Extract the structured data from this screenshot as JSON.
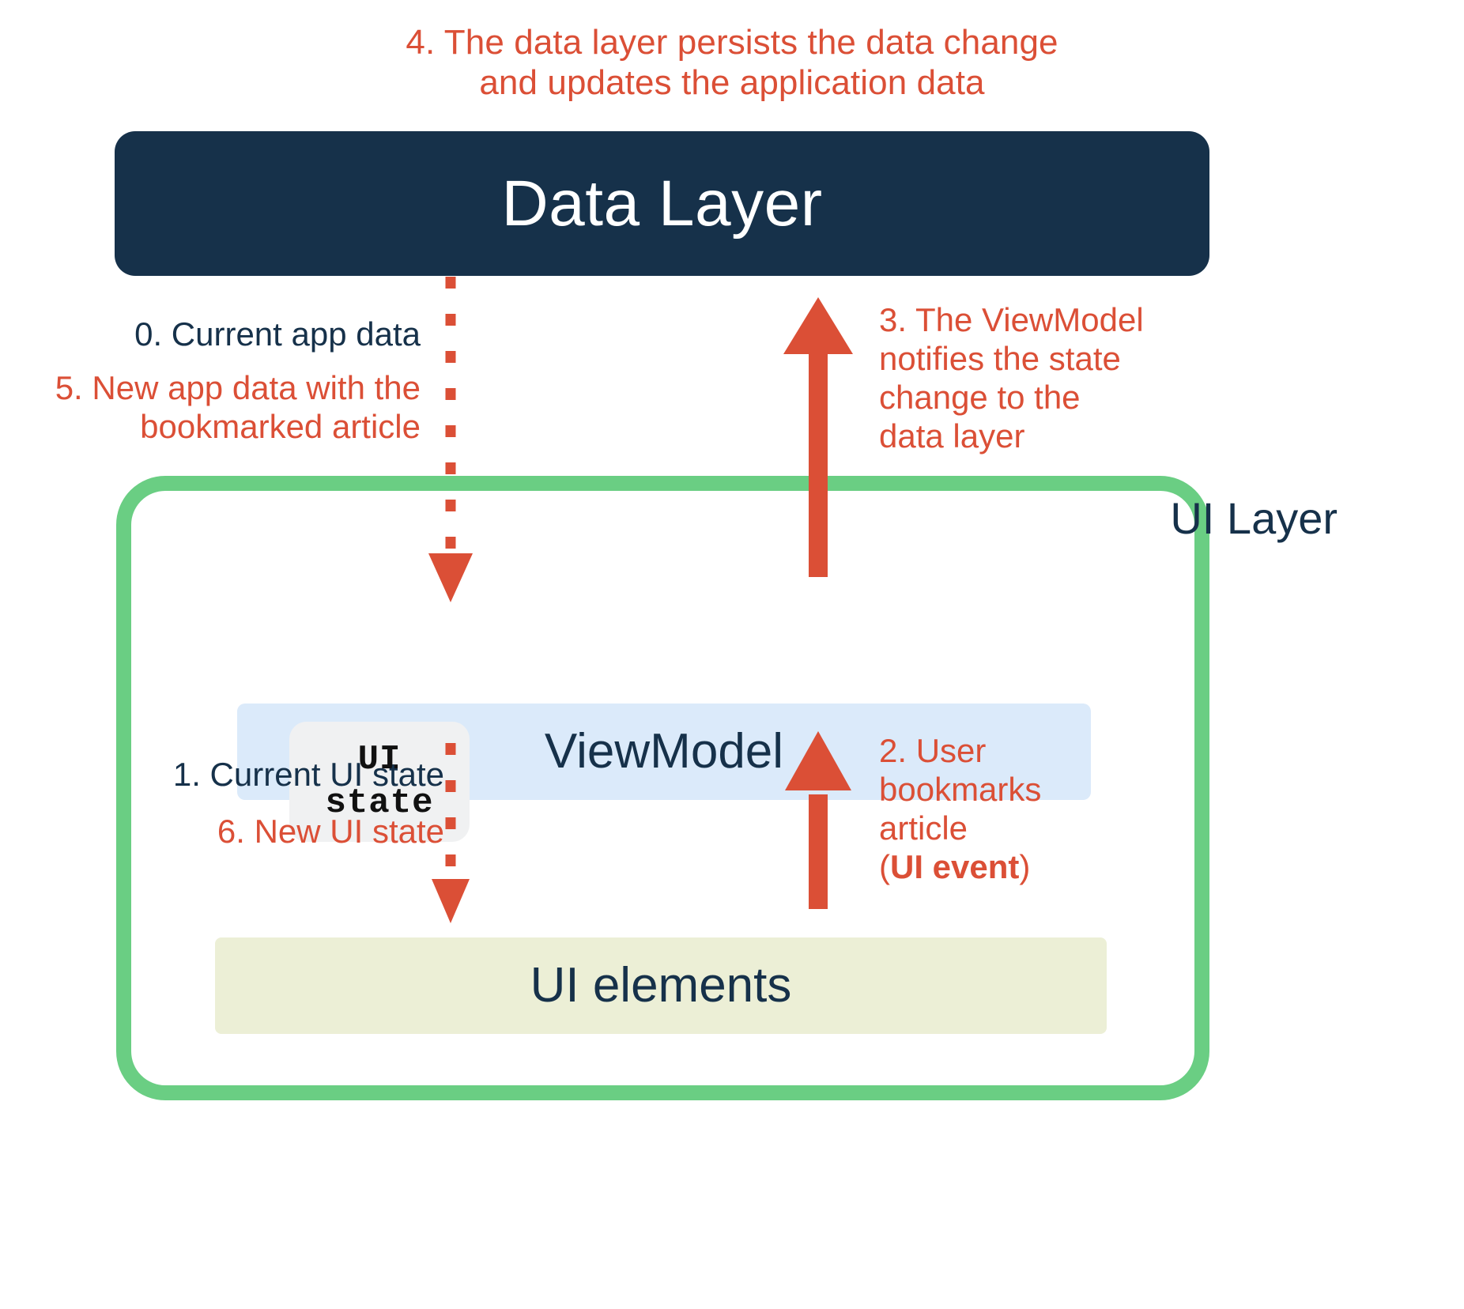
{
  "diagram": {
    "title_line1": "4. The data layer persists the data change",
    "title_line2": "and updates the application data",
    "data_layer_label": "Data Layer",
    "ui_layer_label": "UI Layer",
    "viewmodel_label": "ViewModel",
    "ui_state_chip_line1": "UI",
    "ui_state_chip_line2": "state",
    "ui_elements_label": "UI elements"
  },
  "annotations": {
    "step0": "0. Current app data",
    "step5_line1": "5. New app data with the",
    "step5_line2": "bookmarked article",
    "step1": "1. Current UI state",
    "step6": "6. New UI state",
    "step3_line1": "3. The ViewModel",
    "step3_line2": "notifies the state",
    "step3_line3": "change to the",
    "step3_line4": "data layer",
    "step2_line1": "2. User",
    "step2_line2": "bookmarks",
    "step2_line3": "article",
    "step2_line4_prefix": "(",
    "step2_line4_bold": "UI event",
    "step2_line4_suffix": ")"
  },
  "colors": {
    "accent_red": "#DB4F36",
    "navy": "#16314A",
    "green_border": "#6ACE83",
    "viewmodel_blue": "#DBEAFA",
    "ui_elements_green": "#ECEFD6",
    "chip_gray": "#F0F1F2",
    "background": "#FFFFFF"
  }
}
